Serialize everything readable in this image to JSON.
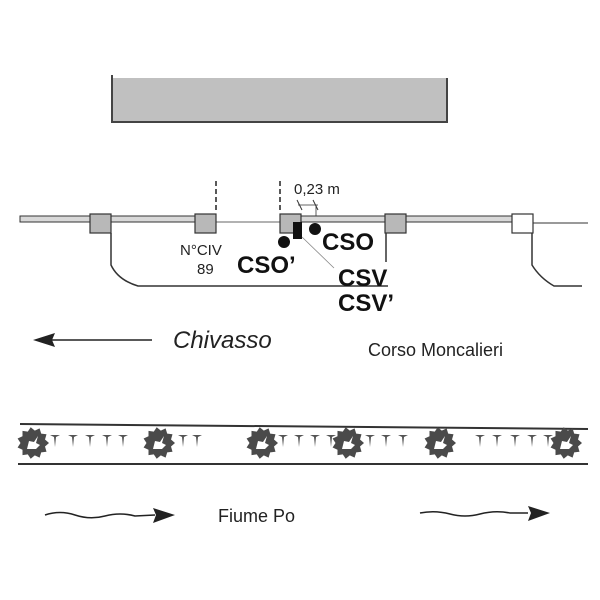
{
  "labels": {
    "civic_number_line1": "N°CIV",
    "civic_number_line2": "89",
    "distance": "0,23 m",
    "cso": "CSO",
    "cso_prime": "CSO’",
    "csv": "CSV",
    "csv_prime": "CSV’",
    "direction": "Chivasso",
    "street": "Corso Moncalieri",
    "river": "Fiume Po"
  },
  "icons": {
    "direction_arrow": "arrow-left-icon",
    "river_flow": "wavy-arrow-right-icon",
    "tree": "tree-symbol-icon",
    "grass": "grass-tick-icon"
  },
  "colors": {
    "building_fill": "#c0c0c0",
    "pillar_fill": "#b8b8b8",
    "stroke": "#333333",
    "tree_fill": "#4a4a4a"
  }
}
